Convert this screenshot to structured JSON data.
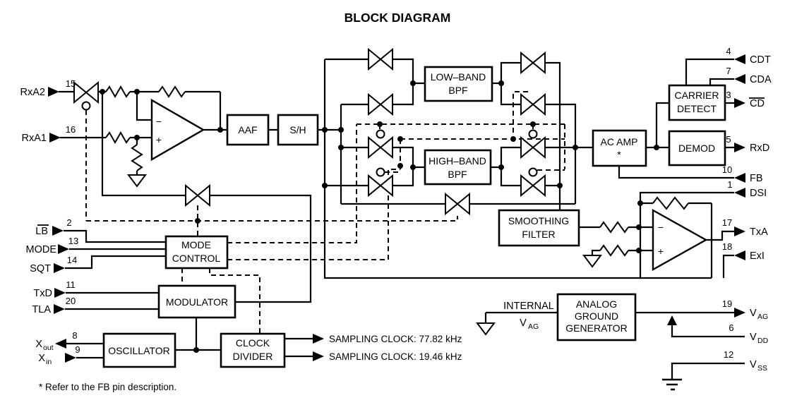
{
  "title": "BLOCK DIAGRAM",
  "colors": {
    "line": "#000000",
    "background": "#ffffff"
  },
  "blocks": {
    "aaf": {
      "label": "AAF"
    },
    "sh": {
      "label": "S/H"
    },
    "low_bpf": {
      "line1": "LOW–BAND",
      "line2": "BPF"
    },
    "high_bpf": {
      "line1": "HIGH–BAND",
      "line2": "BPF"
    },
    "smoothing": {
      "line1": "SMOOTHING",
      "line2": "FILTER"
    },
    "ac_amp": {
      "line1": "AC AMP",
      "line2": "*"
    },
    "carrier_detect": {
      "line1": "CARRIER",
      "line2": "DETECT"
    },
    "demod": {
      "label": "DEMOD"
    },
    "mode_control": {
      "line1": "MODE",
      "line2": "CONTROL"
    },
    "modulator": {
      "label": "MODULATOR"
    },
    "oscillator": {
      "label": "OSCILLATOR"
    },
    "clock_divider": {
      "line1": "CLOCK",
      "line2": "DIVIDER"
    },
    "analog_ground_generator": {
      "line1": "ANALOG",
      "line2": "GROUND",
      "line3": "GENERATOR"
    }
  },
  "opamp": {
    "minus": "−",
    "plus": "+"
  },
  "pins": {
    "rxa2": {
      "label": "RxA2",
      "num": "15"
    },
    "rxa1": {
      "label": "RxA1",
      "num": "16"
    },
    "lb": {
      "label": "LB",
      "num": "2"
    },
    "mode": {
      "label": "MODE",
      "num": "13"
    },
    "sqt": {
      "label": "SQT",
      "num": "14"
    },
    "txd": {
      "label": "TxD",
      "num": "11"
    },
    "tla": {
      "label": "TLA",
      "num": "20"
    },
    "xout": {
      "main": "X",
      "sub": "out",
      "num": "8"
    },
    "xin": {
      "main": "X",
      "sub": "in",
      "num": "9"
    },
    "cdt": {
      "label": "CDT",
      "num": "4"
    },
    "cda": {
      "label": "CDA",
      "num": "7"
    },
    "cd": {
      "label": "CD",
      "num": "3"
    },
    "rxd": {
      "label": "RxD",
      "num": "5"
    },
    "fb": {
      "label": "FB",
      "num": "10"
    },
    "dsi": {
      "label": "DSI",
      "num": "1"
    },
    "txa": {
      "label": "TxA",
      "num": "17"
    },
    "exi": {
      "label": "ExI",
      "num": "18"
    },
    "vag": {
      "main": "V",
      "sub": "AG",
      "num": "19"
    },
    "vdd": {
      "main": "V",
      "sub": "DD",
      "num": "6"
    },
    "vss": {
      "main": "V",
      "sub": "SS",
      "num": "12"
    }
  },
  "internal_vag": {
    "line1": "INTERNAL",
    "v": "V",
    "sub": "AG"
  },
  "clock_outputs": {
    "a": "SAMPLING CLOCK: 77.82 kHz",
    "b": "SAMPLING CLOCK: 19.46 kHz"
  },
  "footnote": "* Refer to the FB pin description."
}
